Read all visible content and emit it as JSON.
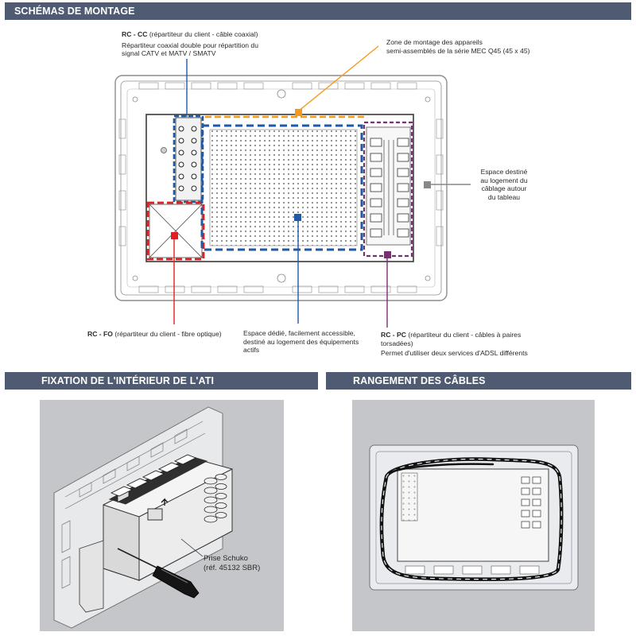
{
  "sections": {
    "schemas_title": "SCHÉMAS DE MONTAGE",
    "fixation_title": "FIXATION DE L'INTÉRIEUR DE L'ATI",
    "rangement_title": "RANGEMENT DES CÂBLES"
  },
  "callouts": {
    "rc_cc": {
      "code": "RC - CC",
      "desc": " (répartiteur du client - câble coaxial)",
      "line1": "Répartiteur coaxial double pour répartition du",
      "line2": "signal CATV et MATV / SMATV"
    },
    "zone_montage": {
      "line1": "Zone de montage des appareils",
      "line2": "semi-assemblés de la série MEC Q45 (45 x 45)"
    },
    "espace_cablage": {
      "line1": "Espace destiné",
      "line2": "au logement du",
      "line3": "câblage autour",
      "line4": "du tableau"
    },
    "rc_fo": {
      "code": "RC - FO",
      "desc": " (répartiteur du client - fibre optique)"
    },
    "espace_dedie": {
      "line1": "Espace dédié, facilement accessible,",
      "line2": "destiné au logement des équipements",
      "line3": "actifs"
    },
    "rc_pc": {
      "code": "RC - PC",
      "desc": " (répartiteur du client - câbles à paires",
      "line2": "torsadées)",
      "line3": "Permet d'utiliser deux services d'ADSL différents"
    }
  },
  "fixation": {
    "prise_line1": "Prise Schuko",
    "prise_line2": "(réf. 45132 SBR)"
  },
  "colors": {
    "header_bar": "#4f5b72",
    "coax_blue": "#1f5aa6",
    "fiber_red": "#e02020",
    "active_blue": "#1f5aa6",
    "mec_orange": "#f39a1e",
    "twisted_purple": "#7a2e74",
    "cable_gray": "#888888",
    "illustration_bg": "#bfc1c4"
  }
}
